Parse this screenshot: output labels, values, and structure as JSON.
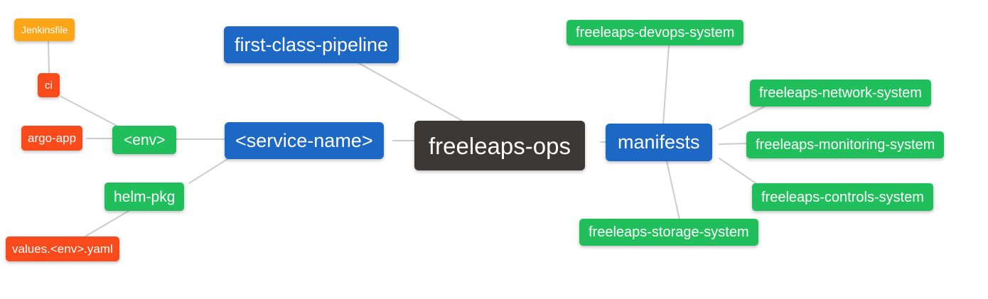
{
  "diagram": {
    "type": "mindmap",
    "root_label": "freeleaps-ops",
    "colors": {
      "blue_node": "#1e68c5",
      "green_node": "#20bf5c",
      "red_node": "#f94a1c",
      "orange_node": "#fba518",
      "dark_node": "#3b3836",
      "node_text": "#ffffff",
      "edge": "#cccccc",
      "background": "#ffffff"
    },
    "nodes": {
      "jenkinsfile": {
        "label": "Jenkinsfile"
      },
      "ci": {
        "label": "ci"
      },
      "argo_app": {
        "label": "argo-app"
      },
      "env": {
        "label": "<env>"
      },
      "helm_pkg": {
        "label": "helm-pkg"
      },
      "values_env_yaml": {
        "label": "values.<env>.yaml"
      },
      "first_class_pipeline": {
        "label": "first-class-pipeline"
      },
      "service_name": {
        "label": "<service-name>"
      },
      "freeleaps_ops": {
        "label": "freeleaps-ops"
      },
      "manifests": {
        "label": "manifests"
      },
      "devops_system": {
        "label": "freeleaps-devops-system"
      },
      "network_system": {
        "label": "freeleaps-network-system"
      },
      "monitoring_system": {
        "label": "freeleaps-monitoring-system"
      },
      "controls_system": {
        "label": "freeleaps-controls-system"
      },
      "storage_system": {
        "label": "freeleaps-storage-system"
      }
    },
    "edges": [
      {
        "from": "jenkinsfile",
        "to": "ci"
      },
      {
        "from": "ci",
        "to": "env"
      },
      {
        "from": "argo_app",
        "to": "env"
      },
      {
        "from": "env",
        "to": "service_name"
      },
      {
        "from": "service_name",
        "to": "helm_pkg"
      },
      {
        "from": "helm_pkg",
        "to": "values_env_yaml"
      },
      {
        "from": "first_class_pipeline",
        "to": "freeleaps_ops"
      },
      {
        "from": "service_name",
        "to": "freeleaps_ops"
      },
      {
        "from": "freeleaps_ops",
        "to": "manifests"
      },
      {
        "from": "manifests",
        "to": "devops_system"
      },
      {
        "from": "manifests",
        "to": "network_system"
      },
      {
        "from": "manifests",
        "to": "monitoring_system"
      },
      {
        "from": "manifests",
        "to": "controls_system"
      },
      {
        "from": "manifests",
        "to": "storage_system"
      }
    ]
  }
}
